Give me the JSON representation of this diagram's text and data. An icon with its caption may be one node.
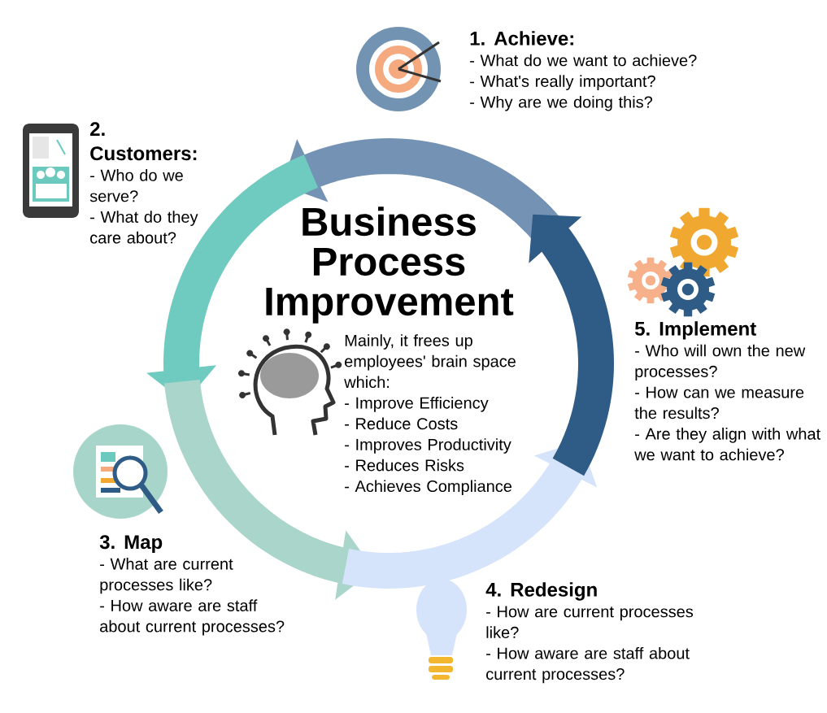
{
  "diagram": {
    "title": "Business Process Improvement",
    "nodes": [
      {
        "text": [
          "1. Achieve:",
          "- What do we want to achieve?",
          "- What's really important?",
          "- Why are we doing this?"
        ]
      },
      {
        "text": [
          "2. Customers:",
          "- Who do we serve?",
          "- What do they care about?"
        ]
      },
      {
        "text": [
          "3. Map",
          "- What are current processes like?",
          "- How aware are staff about current processes?"
        ]
      },
      {
        "text": [
          "4. Redesign",
          "- How are current processes like?",
          "- How aware are staff about current processes?"
        ]
      },
      {
        "text": [
          "5. Implement",
          "- Who will own the new processes?",
          "- How can we measure the results?",
          "- Are they align with what we want to achieve?"
        ]
      }
    ],
    "labels": [
      "Mainly, it frees up employees' brain space which:",
      "- Improve Efficiency",
      "- Reduce Costs",
      "- Improves Productivity",
      "- Reduces Risks",
      "- Achieves Compliance"
    ]
  }
}
